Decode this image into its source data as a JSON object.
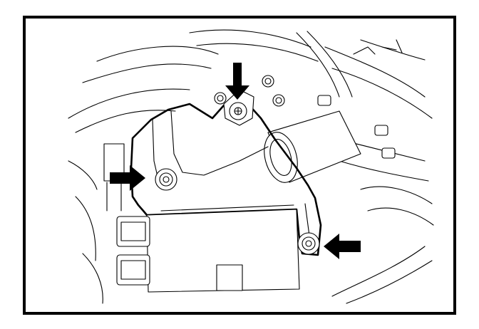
{
  "figure": {
    "description_visible_text": "",
    "colors": {
      "line": "#000000",
      "background": "#ffffff",
      "frame": "#000000"
    },
    "callouts": [
      {
        "id": "arrow-top",
        "points": "down"
      },
      {
        "id": "arrow-left",
        "points": "right"
      },
      {
        "id": "arrow-right",
        "points": "left"
      }
    ]
  }
}
